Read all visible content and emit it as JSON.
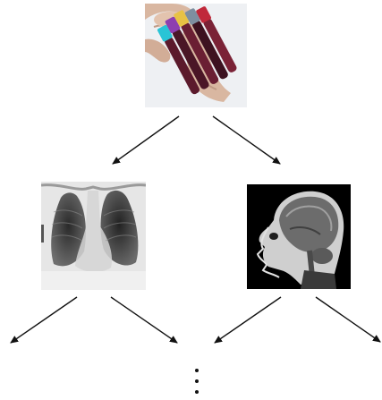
{
  "diagram": {
    "nodes": [
      {
        "id": "blood-test",
        "icon": "blood-test-tubes-photo"
      },
      {
        "id": "chest-xray",
        "icon": "chest-xray-photo"
      },
      {
        "id": "head-mri",
        "icon": "head-mri-scan-photo"
      }
    ],
    "edges": [
      {
        "from": "blood-test",
        "to": "chest-xray"
      },
      {
        "from": "blood-test",
        "to": "head-mri"
      },
      {
        "from": "chest-xray",
        "to": "further-left"
      },
      {
        "from": "chest-xray",
        "to": "further-right"
      },
      {
        "from": "head-mri",
        "to": "further-left"
      },
      {
        "from": "head-mri",
        "to": "further-right"
      }
    ],
    "continuation": "vertical-ellipsis",
    "colors": {
      "arrow": "#111111",
      "background": "#ffffff",
      "mri_background": "#000000",
      "xray_light": "#e8e8e8",
      "xray_dark": "#1a1a1a"
    }
  }
}
